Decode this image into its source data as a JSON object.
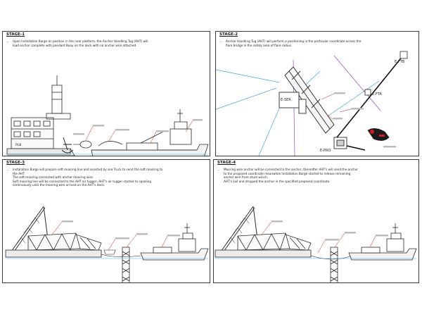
{
  "stages": [
    {
      "label": "STAGE-1",
      "text": "Upon Installation Barge on position in the near platform, the Anchor Handling Tug (AHT) will\nload anchor complete with pendant Buoy on the deck with no anchor wire attached.",
      "tag_left": "PLB"
    },
    {
      "label": "STAGE-2",
      "text": "Anchor Handling Tug (AHT) will perform a positioning in the particular coordinate across the\nflare bridge in the safety area of flare radius.",
      "tags": {
        "eftb": "E-FTB",
        "efta": "E-FTA",
        "eser": "E-SER",
        "epro": "E-PRO"
      }
    },
    {
      "label": "STAGE-3",
      "text": "Installation Barge will prepare soft mooring line and assisted by sea Truck to send the soft mooring to\nthe AHT.\nThe soft mooring connected with anchor mooring wire.\nSoft mooring line will be connected to the AHT air tugger, AHT's air tugger started to spooling\ncontinuously until the mooring wire arrived on the AHT's deck."
    },
    {
      "label": "STAGE-4",
      "text": "Mooring wire anchor will be connected to the anchor, thereafter AHT's will send the anchor\nto the proposed coordinate meanwhile Installation Barge started to release remaining\nanchor wire from drum winch.\nAHT's sail and dropped the anchor in the specified proposed coordinate."
    }
  ],
  "colors": {
    "line": "#2b2b2b",
    "leader": "#d21c1c",
    "water": "#3aa7e0",
    "zone": "#8b48c8"
  }
}
